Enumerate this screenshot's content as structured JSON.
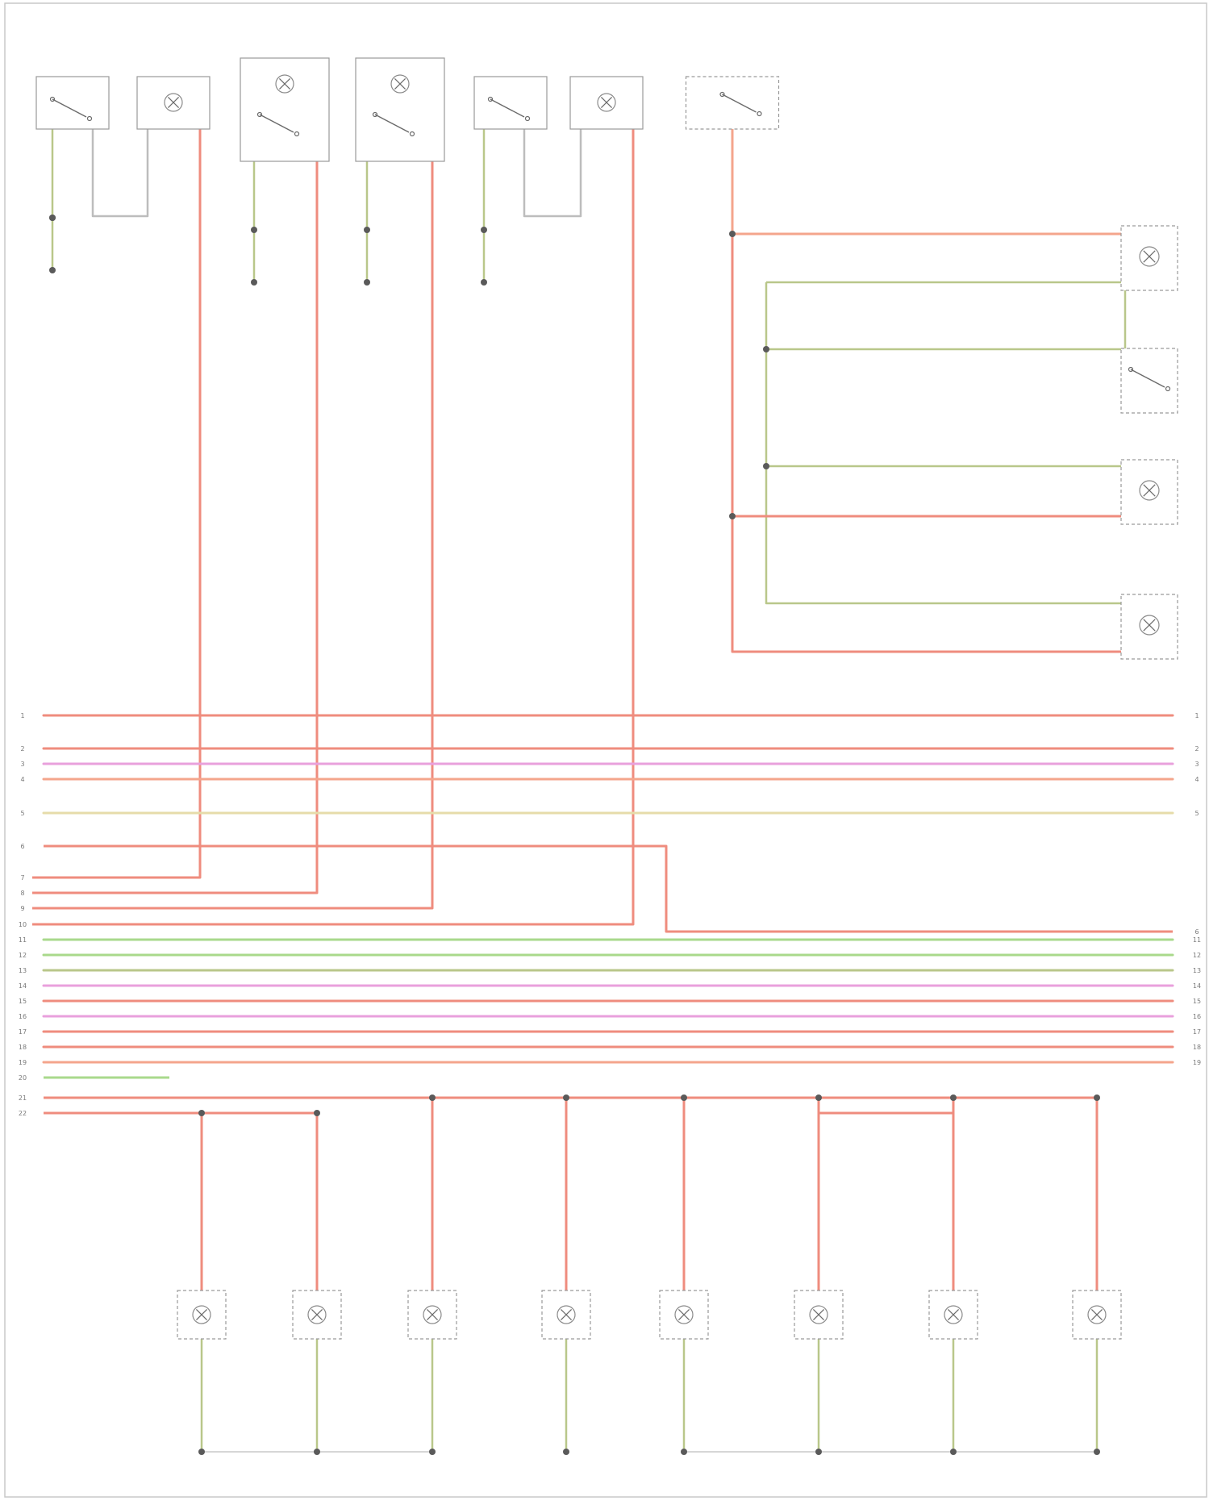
{
  "diagram": {
    "credit": "",
    "colors": {
      "red": "#ef8c7e",
      "salmon": "#f4a58c",
      "pink": "#e9a0dc",
      "green": "#a9d98c",
      "olive": "#b9c78a",
      "yellow": "#e6dcaa",
      "gray": "#bdbdbd",
      "box": "#9a9a9a",
      "node": "#5a5a5a",
      "label": "#7a7a7a"
    },
    "top_components": [
      {
        "id": "c1",
        "type": "switch",
        "label": ""
      },
      {
        "id": "c2",
        "type": "lamp",
        "label": ""
      },
      {
        "id": "c3",
        "type": "lampswitch",
        "label": ""
      },
      {
        "id": "c4",
        "type": "lampswitch",
        "label": ""
      },
      {
        "id": "c5",
        "type": "switch",
        "label": ""
      },
      {
        "id": "c6",
        "type": "lamp",
        "label": ""
      },
      {
        "id": "c7",
        "type": "relay",
        "label": "",
        "note": ""
      }
    ],
    "grounds_top": [
      {
        "id": "g1",
        "label": ""
      },
      {
        "id": "g2",
        "label": ""
      },
      {
        "id": "g3",
        "label": ""
      },
      {
        "id": "g4",
        "label": ""
      }
    ],
    "right_components": [
      {
        "id": "r1",
        "type": "lamp",
        "label": ""
      },
      {
        "id": "r2",
        "type": "switch",
        "label": "",
        "ground_label": ""
      },
      {
        "id": "r3",
        "type": "lamp",
        "label": ""
      },
      {
        "id": "r4",
        "type": "lamp",
        "label": ""
      }
    ],
    "bus_lines": [
      {
        "num": "1",
        "color": "red",
        "left_label": "",
        "right_label": ""
      },
      {
        "num": "2",
        "color": "red",
        "left_label": "",
        "right_label": ""
      },
      {
        "num": "3",
        "color": "pink",
        "left_label": "",
        "right_label": ""
      },
      {
        "num": "4",
        "color": "salmon",
        "left_label": "",
        "right_label": ""
      },
      {
        "num": "5",
        "color": "yellow",
        "left_label": "",
        "right_label": ""
      },
      {
        "num": "6",
        "color": "red",
        "left_label": "",
        "right_label": ""
      },
      {
        "num": "7",
        "color": "red",
        "left_label": "",
        "right_label": ""
      },
      {
        "num": "8",
        "color": "red",
        "left_label": "",
        "right_label": ""
      },
      {
        "num": "9",
        "color": "red",
        "left_label": "",
        "right_label": ""
      },
      {
        "num": "10",
        "color": "red",
        "left_label": "",
        "right_label": ""
      },
      {
        "num": "11",
        "color": "green",
        "left_label": "",
        "right_label": ""
      },
      {
        "num": "12",
        "color": "green",
        "left_label": "",
        "right_label": ""
      },
      {
        "num": "13",
        "color": "olive",
        "left_label": "",
        "right_label": ""
      },
      {
        "num": "14",
        "color": "pink",
        "left_label": "",
        "right_label": ""
      },
      {
        "num": "15",
        "color": "red",
        "left_label": "",
        "right_label": ""
      },
      {
        "num": "16",
        "color": "pink",
        "left_label": "",
        "right_label": ""
      },
      {
        "num": "17",
        "color": "red",
        "left_label": "",
        "right_label": ""
      },
      {
        "num": "18",
        "color": "red",
        "left_label": "",
        "right_label": ""
      },
      {
        "num": "19",
        "color": "salmon",
        "left_label": "",
        "right_label": ""
      },
      {
        "num": "20",
        "color": "green",
        "left_label": "",
        "right_label": ""
      },
      {
        "num": "21",
        "color": "red",
        "left_label": "",
        "right_label": ""
      },
      {
        "num": "22",
        "color": "red",
        "left_label": "",
        "right_label": ""
      }
    ],
    "bottom_lamps": [
      {
        "id": "b1",
        "label": "",
        "wire_label": ""
      },
      {
        "id": "b2",
        "label": "",
        "wire_label": ""
      },
      {
        "id": "b3",
        "label": "",
        "wire_label": ""
      },
      {
        "id": "b4",
        "label": "",
        "wire_label": ""
      },
      {
        "id": "b5",
        "label": "",
        "wire_label": ""
      },
      {
        "id": "b6",
        "label": "",
        "wire_label": ""
      },
      {
        "id": "b7",
        "label": "",
        "wire_label": ""
      },
      {
        "id": "b8",
        "label": "",
        "wire_label": ""
      }
    ],
    "grounds_bottom": [
      {
        "id": "gb1",
        "label": ""
      },
      {
        "id": "gb2",
        "label": ""
      },
      {
        "id": "gb3",
        "label": ""
      }
    ]
  }
}
